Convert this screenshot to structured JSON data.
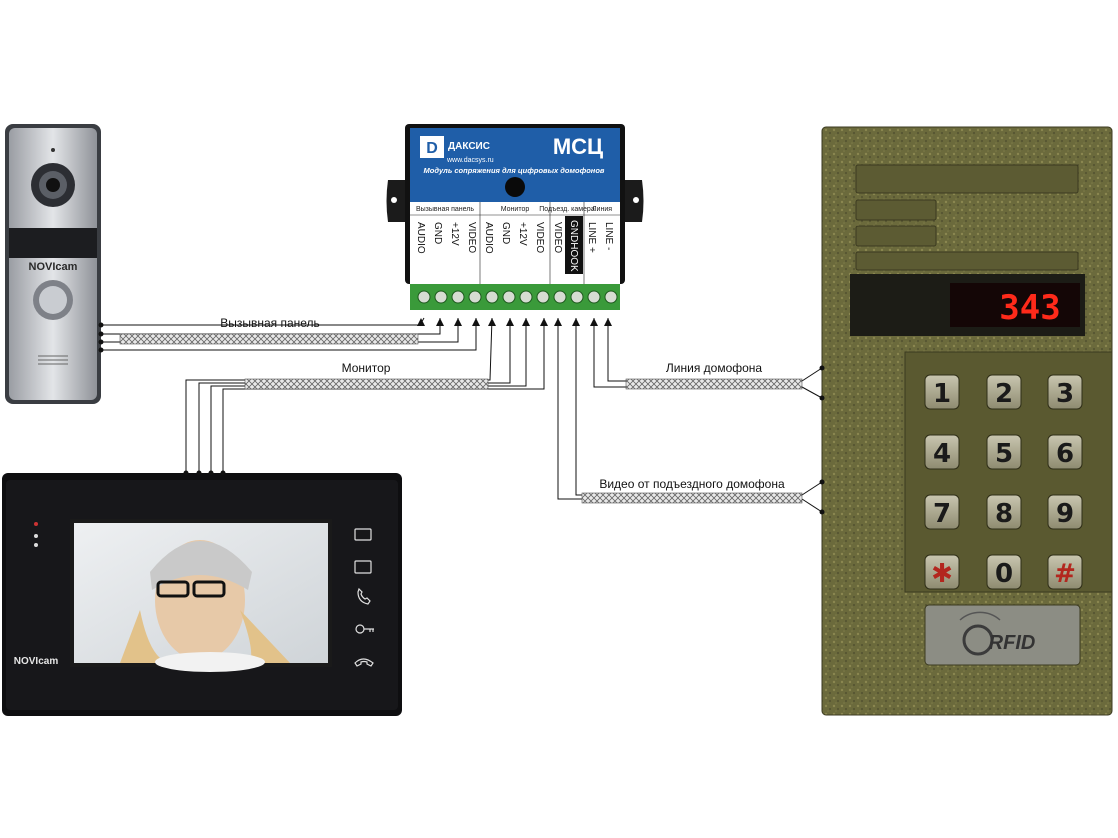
{
  "module": {
    "brand": "ДАКСИС",
    "model": "МСЦ",
    "website": "www.dacsys.ru",
    "subtitle": "Модуль сопряжения для цифровых домофонов",
    "groups": [
      "Вызывная панель",
      "Монитор",
      "Подъезд. камера",
      "Линия"
    ],
    "terminals": [
      "AUDIO",
      "GND",
      "+12V",
      "VIDEO",
      "AUDIO",
      "GND",
      "+12V",
      "VIDEO",
      "VIDEO",
      "GNDHOOK",
      "LINE +",
      "LINE -"
    ]
  },
  "cables": {
    "call_panel": "Вызывная панель",
    "monitor": "Монитор",
    "intercom_line": "Линия домофона",
    "entrance_video": "Видео от подъездного домофона"
  },
  "call_panel_device": {
    "brand": "NOVIcam"
  },
  "monitor_device": {
    "brand": "NOVIcam"
  },
  "intercom_panel": {
    "display": "343",
    "keys": [
      "1",
      "2",
      "3",
      "4",
      "5",
      "6",
      "7",
      "8",
      "9",
      "✱",
      "0",
      "#"
    ],
    "rfid": "RFID"
  },
  "colors": {
    "module_blue": "#1f5ea8",
    "display_red": "#ff2a1a",
    "panel_bronze": "#6b6a3c",
    "terminal_green": "#3a9a3a"
  }
}
